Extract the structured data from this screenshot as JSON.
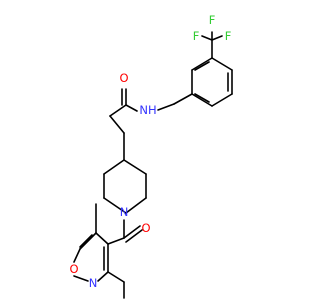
{
  "colors": {
    "bond": "#000000",
    "carbon": "#000000",
    "nitrogen": "#3333ff",
    "oxygen": "#ff0000",
    "fluorine": "#33cc33"
  },
  "atoms": [
    {
      "id": "F1",
      "label": "F",
      "element": "F"
    },
    {
      "id": "F2",
      "label": "F",
      "element": "F"
    },
    {
      "id": "F3",
      "label": "F",
      "element": "F"
    },
    {
      "id": "O_amide",
      "label": "O",
      "element": "O"
    },
    {
      "id": "NH_amide",
      "label": "NH",
      "element": "N"
    },
    {
      "id": "N_pip",
      "label": "N",
      "element": "N"
    },
    {
      "id": "O_ketone",
      "label": "O",
      "element": "O"
    },
    {
      "id": "O_isox",
      "label": "O",
      "element": "O"
    },
    {
      "id": "N_isox",
      "label": "N",
      "element": "N"
    }
  ]
}
